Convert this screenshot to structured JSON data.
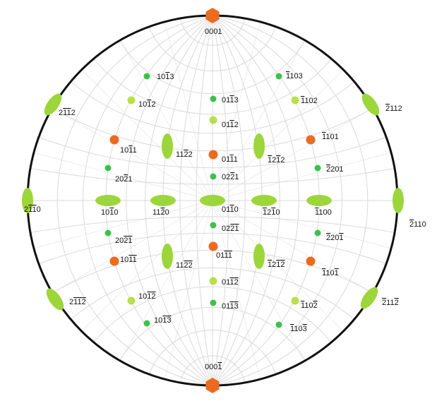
{
  "colors": {
    "grid": "#d9d9d9",
    "circle": "#111111",
    "green_small": "#3cc24a",
    "light_green": "#b8e04a",
    "big_green": "#9cd63a",
    "orange": "#ec6b1f"
  },
  "poles": [
    {
      "name": "pole-0001",
      "label": "0001",
      "type": "hex"
    },
    {
      "name": "pole-000-1",
      "label": "000-1",
      "type": "hex"
    },
    {
      "name": "pole-10-13",
      "label": "10-13",
      "type": "small"
    },
    {
      "name": "pole-10-12",
      "label": "10-12",
      "type": "lightdot"
    },
    {
      "name": "pole-10-11",
      "label": "10-11",
      "type": "orange"
    },
    {
      "name": "pole-20-21",
      "label": "20-21",
      "type": "small"
    },
    {
      "name": "pole-10-10",
      "label": "10-10",
      "type": "ellipse-h"
    },
    {
      "name": "pole-20-2-1",
      "label": "20-2-1",
      "type": "small"
    },
    {
      "name": "pole-10-1-1",
      "label": "10-1-1",
      "type": "orange"
    },
    {
      "name": "pole-10-1-2",
      "label": "10-1-2",
      "type": "lightdot"
    },
    {
      "name": "pole-10-1-3",
      "label": "10-1-3",
      "type": "small"
    },
    {
      "name": "pole-2-1-12",
      "label": "2-1-12",
      "type": "ellipse-tl"
    },
    {
      "name": "pole-2-1-10",
      "label": "2-1-10",
      "type": "ellipse-v"
    },
    {
      "name": "pole-2-1-1-2",
      "label": "2-1-1-2",
      "type": "ellipse-tr"
    },
    {
      "name": "pole-11-22",
      "label": "11-22",
      "type": "ellipse-v"
    },
    {
      "name": "pole-11-20",
      "label": "11-20",
      "type": "ellipse-h"
    },
    {
      "name": "pole-11-2-2",
      "label": "11-2-2",
      "type": "ellipse-v"
    },
    {
      "name": "pole-01-13",
      "label": "01-13",
      "type": "small"
    },
    {
      "name": "pole-01-12",
      "label": "01-12",
      "type": "lightdot"
    },
    {
      "name": "pole-01-11",
      "label": "01-11",
      "type": "orange"
    },
    {
      "name": "pole-02-21",
      "label": "02-21",
      "type": "small"
    },
    {
      "name": "pole-01-10",
      "label": "01-10",
      "type": "ellipse-h"
    },
    {
      "name": "pole-02-2-1",
      "label": "02-2-1",
      "type": "small"
    },
    {
      "name": "pole-01-1-1",
      "label": "01-1-1",
      "type": "orange"
    },
    {
      "name": "pole-01-1-2",
      "label": "01-1-2",
      "type": "lightdot"
    },
    {
      "name": "pole-01-1-3",
      "label": "01-1-3",
      "type": "small"
    },
    {
      "name": "pole--12-12",
      "label": "-12-12",
      "type": "ellipse-v"
    },
    {
      "name": "pole--12-10",
      "label": "-12-10",
      "type": "ellipse-h"
    },
    {
      "name": "pole--12-1-2",
      "label": "-12-1-2",
      "type": "ellipse-v"
    },
    {
      "name": "pole--1103",
      "label": "-1103",
      "type": "small"
    },
    {
      "name": "pole--1102",
      "label": "-1102",
      "type": "lightdot"
    },
    {
      "name": "pole--1101",
      "label": "-1101",
      "type": "orange"
    },
    {
      "name": "pole--2201",
      "label": "-2201",
      "type": "small"
    },
    {
      "name": "pole--1100",
      "label": "-1100",
      "type": "ellipse-h"
    },
    {
      "name": "pole--220-1",
      "label": "-220-1",
      "type": "small"
    },
    {
      "name": "pole--110-1",
      "label": "-110-1",
      "type": "orange"
    },
    {
      "name": "pole--110-2",
      "label": "-110-2",
      "type": "lightdot"
    },
    {
      "name": "pole--110-3",
      "label": "-110-3",
      "type": "small"
    },
    {
      "name": "pole--2112",
      "label": "-2112",
      "type": "ellipse-tr"
    },
    {
      "name": "pole--2110",
      "label": "-2110",
      "type": "ellipse-v"
    },
    {
      "name": "pole--211-2",
      "label": "-211-2",
      "type": "ellipse-tl"
    }
  ]
}
